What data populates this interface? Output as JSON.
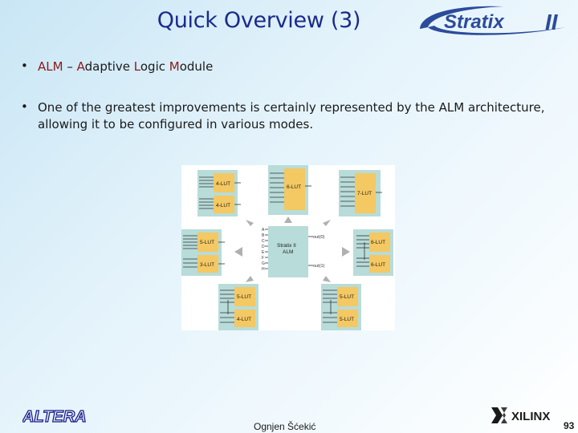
{
  "slide": {
    "title": "Quick Overview (3)",
    "logo_text": "Stratix",
    "logo_suffix": "II",
    "bullets": [
      {
        "parts": [
          "ALM",
          " – ",
          "A",
          "daptive ",
          "L",
          "ogic ",
          "M",
          "odule"
        ]
      },
      {
        "text": "One of the greatest improvements is certainly represented by the ALM architecture, allowing it to be configured in various modes."
      }
    ],
    "author": "Ognjen Šćekić",
    "page_number": "93",
    "altera_logo": "ALTERA",
    "xilinx_logo": "XILINX"
  },
  "diagram": {
    "center_label_1": "Stratix II",
    "center_label_2": "ALM",
    "inputs": [
      "A",
      "B",
      "C",
      "D",
      "E",
      "F",
      "G",
      "H"
    ],
    "out0": "out(0)",
    "out1": "out(1)",
    "luts": {
      "top_left_a": "4-LUT",
      "top_left_b": "4-LUT",
      "top_center": "6-LUT",
      "top_right": "7-LUT",
      "mid_left_a": "5-LUT",
      "mid_left_b": "3-LUT",
      "mid_right_a": "6-LUT",
      "mid_right_b": "6-LUT",
      "bot_left_a": "5-LUT",
      "bot_left_b": "4-LUT",
      "bot_right_a": "5-LUT",
      "bot_right_b": "5-LUT"
    },
    "colors": {
      "lut": "#f4c862",
      "panel": "#b8dcd9",
      "arrow": "#b0b0b0"
    }
  }
}
